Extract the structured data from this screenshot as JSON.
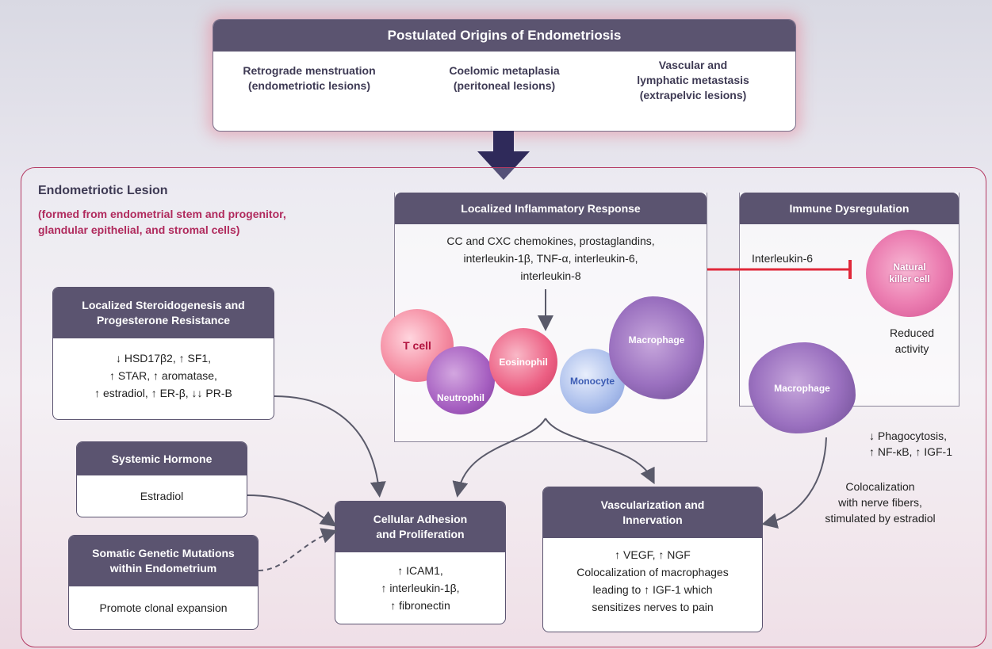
{
  "origins": {
    "title": "Postulated Origins of Endometriosis",
    "items": [
      "Retrograde menstruation\n(endometriotic lesions)",
      "Coelomic metaplasia\n(peritoneal lesions)",
      "Vascular and\nlymphatic metastasis\n(extrapelvic lesions)"
    ]
  },
  "lesion": {
    "title": "Endometriotic Lesion",
    "subtitle": "(formed from endometrial stem and progenitor,\nglandular epithelial, and stromal cells)"
  },
  "inflammatory": {
    "title": "Localized Inflammatory Response",
    "body": "CC and CXC chemokines, prostaglandins,\ninterleukin-1β, TNF-α, interleukin-6,\ninterleukin-8"
  },
  "immune": {
    "title": "Immune Dysregulation",
    "interleukin": "Interleukin-6",
    "nk_label": "Natural\nkiller cell",
    "reduced": "Reduced\nactivity",
    "macrophage_effects": "↓ Phagocytosis,\n↑ NF-κB, ↑ IGF-1"
  },
  "cells": {
    "tcell": "T cell",
    "neutrophil": "Neutrophil",
    "eosinophil": "Eosinophil",
    "monocyte": "Monocyte",
    "macrophage": "Macrophage",
    "macrophage2": "Macrophage"
  },
  "steroid": {
    "title": "Localized Steroidogenesis and\nProgesterone Resistance",
    "body": "↓ HSD17β2, ↑ SF1,\n↑ STAR, ↑ aromatase,\n↑ estradiol, ↑ ER-β, ↓↓ PR-B"
  },
  "systemic": {
    "title": "Systemic Hormone",
    "body": "Estradiol"
  },
  "somatic": {
    "title": "Somatic Genetic Mutations\nwithin Endometrium",
    "body": "Promote clonal expansion"
  },
  "adhesion": {
    "title": "Cellular Adhesion\nand Proliferation",
    "body": "↑ ICAM1,\n↑ interleukin-1β,\n↑ fibronectin"
  },
  "vascular": {
    "title": "Vascularization and\nInnervation",
    "body": "↑ VEGF, ↑ NGF\nColocalization of macrophages\nleading to ↑ IGF-1 which\nsensitizes nerves to pain"
  },
  "nerve_note": "Colocalization\nwith nerve fibers,\nstimulated by estradiol",
  "colors": {
    "header": "#5b5470",
    "accent": "#b02a5d",
    "inhibit": "#e0283a"
  }
}
